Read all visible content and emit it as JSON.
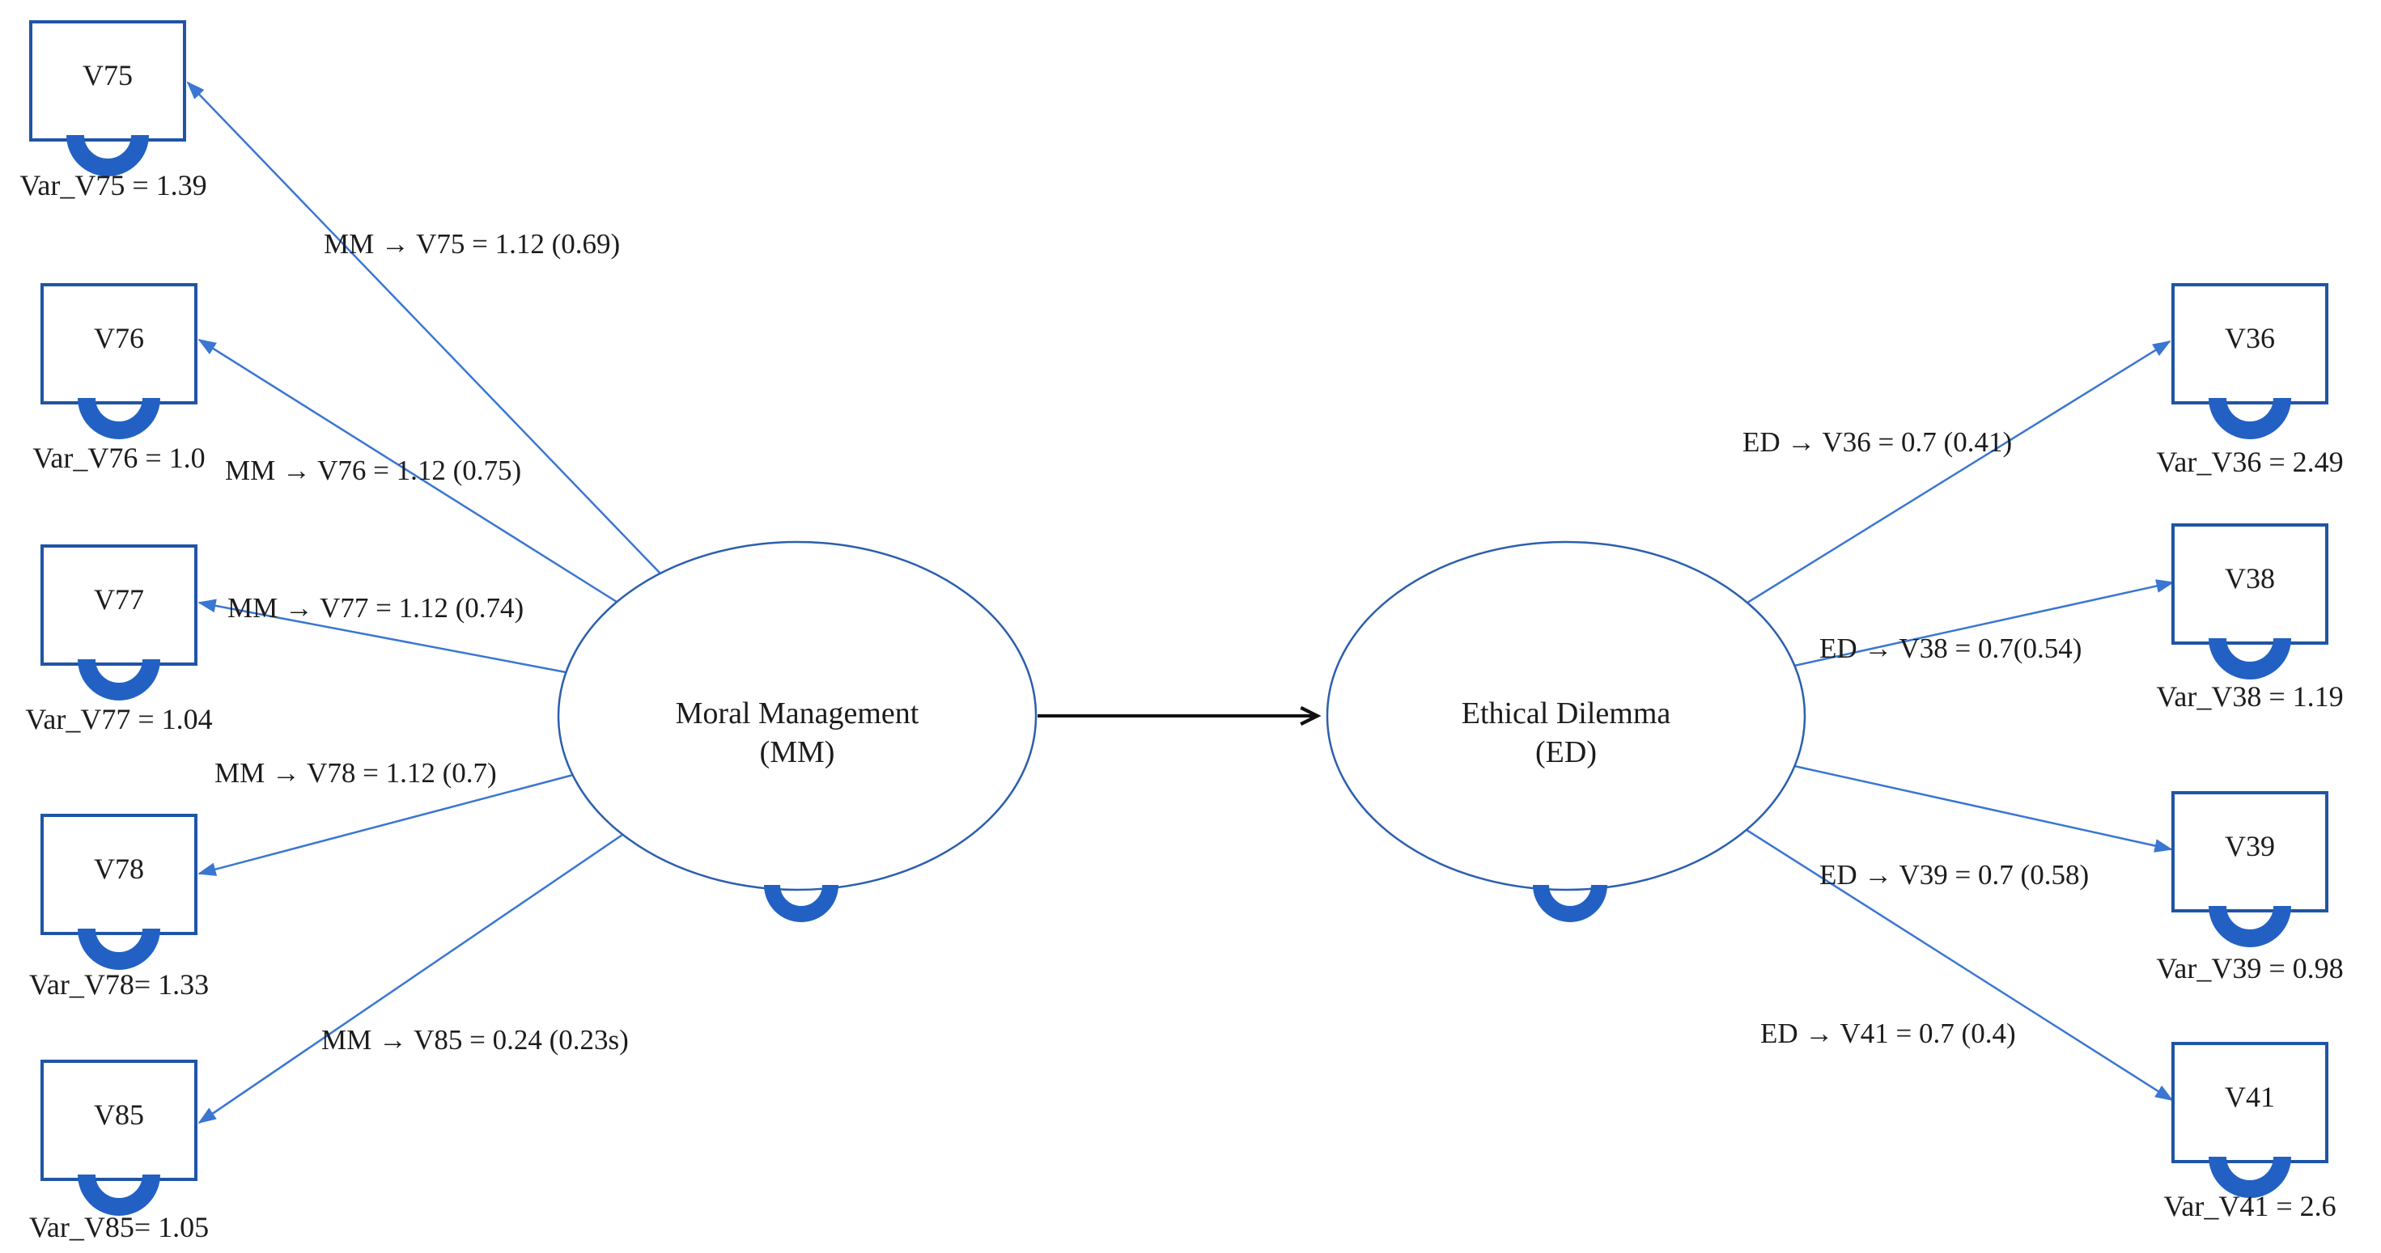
{
  "figure": {
    "latents": [
      {
        "id": "mm",
        "line1": "Moral Management",
        "line2": "(MM)"
      },
      {
        "id": "ed",
        "line1": "Ethical Dilemma",
        "line2": "(ED)"
      }
    ],
    "indicators": [
      {
        "id": "v75",
        "label": "V75",
        "var_label": "Var_V75 = 1.39"
      },
      {
        "id": "v76",
        "label": "V76",
        "var_label": "Var_V76 = 1.0"
      },
      {
        "id": "v77",
        "label": "V77",
        "var_label": "Var_V77 = 1.04"
      },
      {
        "id": "v78",
        "label": "V78",
        "var_label": "Var_V78= 1.33"
      },
      {
        "id": "v85",
        "label": "V85",
        "var_label": "Var_V85= 1.05"
      },
      {
        "id": "v36",
        "label": "V36",
        "var_label": "Var_V36 = 2.49"
      },
      {
        "id": "v38",
        "label": "V38",
        "var_label": "Var_V38 = 1.19"
      },
      {
        "id": "v39",
        "label": "V39",
        "var_label": "Var_V39 = 0.98"
      },
      {
        "id": "v41",
        "label": "V41",
        "var_label": "Var_V41 = 2.6"
      }
    ],
    "loadings": [
      {
        "id": "mm_v75",
        "label": "MM → V75 = 1.12 (0.69)"
      },
      {
        "id": "mm_v76",
        "label": "MM → V76 = 1.12 (0.75)"
      },
      {
        "id": "mm_v77",
        "label": "MM → V77 = 1.12 (0.74)"
      },
      {
        "id": "mm_v78",
        "label": "MM → V78 = 1.12 (0.7)"
      },
      {
        "id": "mm_v85",
        "label": "MM → V85 = 0.24 (0.23s)"
      },
      {
        "id": "ed_v36",
        "label": "ED → V36 = 0.7 (0.41)"
      },
      {
        "id": "ed_v38",
        "label": "ED → V38 = 0.7(0.54)"
      },
      {
        "id": "ed_v39",
        "label": "ED → V39 = 0.7 (0.58)"
      },
      {
        "id": "ed_v41",
        "label": "ED → V41 = 0.7 (0.4)"
      }
    ],
    "colors": {
      "node_border": "#1f55a4",
      "ellipse_border": "#2b5fae",
      "path_line": "#3a76d2",
      "loop_arc": "#2261c3",
      "structural_arrow": "#111111"
    }
  }
}
